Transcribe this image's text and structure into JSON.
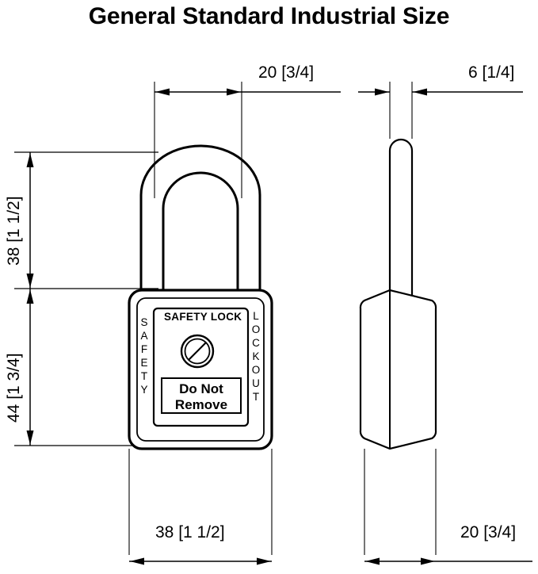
{
  "title": "General Standard Industrial Size",
  "dimensions": {
    "top_front_shackle_width": "20 [3/4]",
    "top_side_shackle_thickness": "6 [1/4]",
    "left_shackle_height": "38 [1 1/2]",
    "left_body_height": "44 [1 3/4]",
    "bottom_front_body_width": "38 [1 1/2]",
    "bottom_side_body_depth": "20 [3/4]"
  },
  "padlock": {
    "label_top_text": "SAFETY LOCK",
    "left_column_text": "SAFETY",
    "left_column_letters": [
      "S",
      "A",
      "F",
      "E",
      "T",
      "Y"
    ],
    "right_column_text": "LOCKOUT",
    "right_column_letters": [
      "L",
      "O",
      "C",
      "K",
      "O",
      "U",
      "T"
    ],
    "warning_line_1": "Do Not",
    "warning_line_2": "Remove",
    "keyhole_icon": "prohibition-circle-slash-icon"
  },
  "colors": {
    "ink": "#000000",
    "paper": "#ffffff",
    "thin_line": "#3a3a3a"
  }
}
